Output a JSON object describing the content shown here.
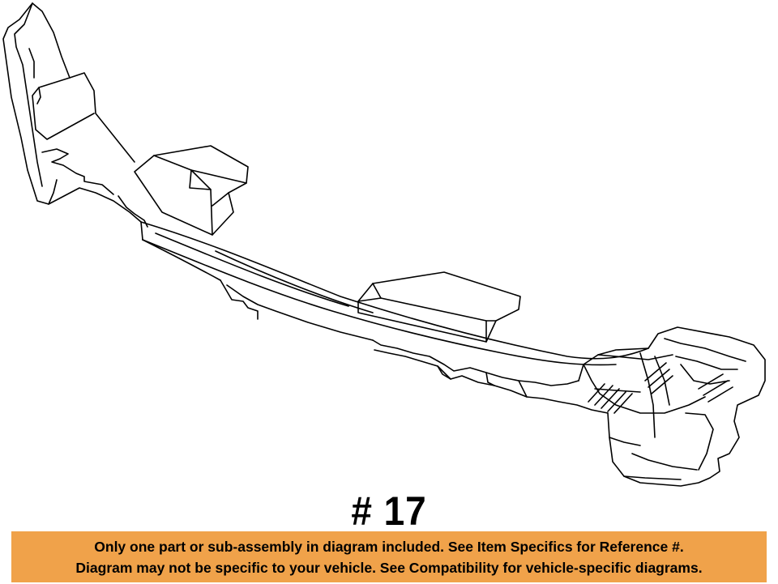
{
  "diagram": {
    "part_label": "# 17",
    "notice_lines": [
      "Only one part or sub-assembly in diagram included. See Item Specifics for Reference #.",
      "Diagram may not be specific to your vehicle. See Compatibility for vehicle-specific diagrams."
    ]
  },
  "colors": {
    "background": "#ffffff",
    "line_art": "#000000",
    "notice_banner": "#f0a24a",
    "text": "#000000"
  }
}
